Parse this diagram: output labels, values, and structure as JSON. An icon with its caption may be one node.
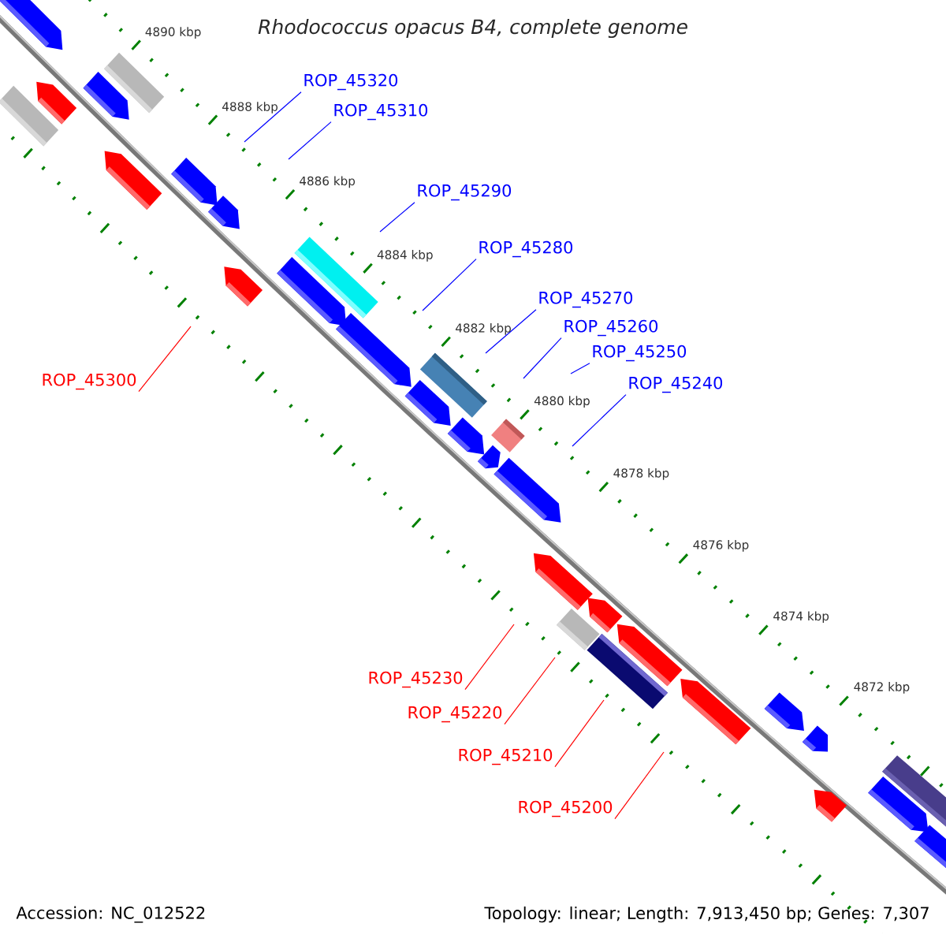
{
  "diagram": {
    "title": "Rhodococcus opacus B4, complete genome",
    "nodes": [
      {
        "text": [
          "ROP_45320"
        ]
      },
      {
        "text": [
          "ROP_45310"
        ]
      },
      {
        "text": [
          "ROP_45290"
        ]
      },
      {
        "text": [
          "ROP_45280"
        ]
      },
      {
        "text": [
          "ROP_45270"
        ]
      },
      {
        "text": [
          "ROP_45260"
        ]
      },
      {
        "text": [
          "ROP_45250"
        ]
      },
      {
        "text": [
          "ROP_45240"
        ]
      },
      {
        "text": [
          "ROP_45300"
        ]
      },
      {
        "text": [
          "ROP_45230"
        ]
      },
      {
        "text": [
          "ROP_45220"
        ]
      },
      {
        "text": [
          "ROP_45210"
        ]
      },
      {
        "text": [
          "ROP_45200"
        ]
      }
    ],
    "edges": [
      {
        "from": 0,
        "to": null,
        "arrow": "none"
      },
      {
        "from": 1,
        "to": null,
        "arrow": "none"
      },
      {
        "from": 2,
        "to": null,
        "arrow": "none"
      },
      {
        "from": 3,
        "to": null,
        "arrow": "none"
      },
      {
        "from": 4,
        "to": null,
        "arrow": "none"
      },
      {
        "from": 5,
        "to": null,
        "arrow": "none"
      },
      {
        "from": 6,
        "to": null,
        "arrow": "none"
      },
      {
        "from": 7,
        "to": null,
        "arrow": "none"
      },
      {
        "from": 8,
        "to": null,
        "arrow": "none",
        "color": "#ff0000"
      },
      {
        "from": 9,
        "to": null,
        "arrow": "none",
        "color": "#ff0000"
      },
      {
        "from": 10,
        "to": null,
        "arrow": "none",
        "color": "#ff0000"
      },
      {
        "from": 11,
        "to": null,
        "arrow": "none",
        "color": "#ff0000"
      },
      {
        "from": 12,
        "to": null,
        "arrow": "none",
        "color": "#ff0000"
      }
    ],
    "labels": [
      "4890 kbp",
      "4888 kbp",
      "4886 kbp",
      "4884 kbp",
      "4882 kbp",
      "4880 kbp",
      "4878 kbp",
      "4876 kbp",
      "4874 kbp",
      "4872 kbp",
      "Accession: NC_012522",
      "Topology: linear; Length: 7,913,450 bp; Genes: 7,307"
    ]
  }
}
